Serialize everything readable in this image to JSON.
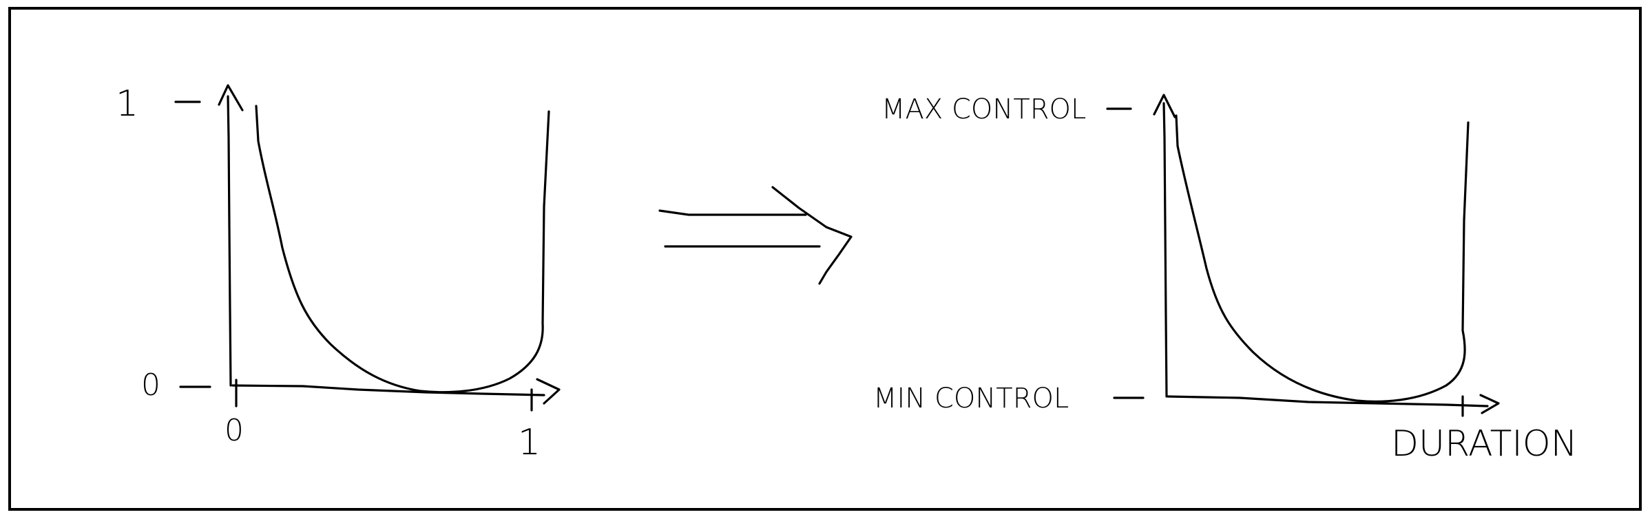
{
  "left_plot": {
    "y_top_label": "1",
    "y_bottom_label": "0",
    "x_left_label": "0",
    "x_right_label": "1"
  },
  "right_plot": {
    "y_top_label": "MAX CONTROL",
    "y_bottom_label": "MIN CONTROL",
    "x_label": "DURATION"
  },
  "implies_symbol": "⟹"
}
